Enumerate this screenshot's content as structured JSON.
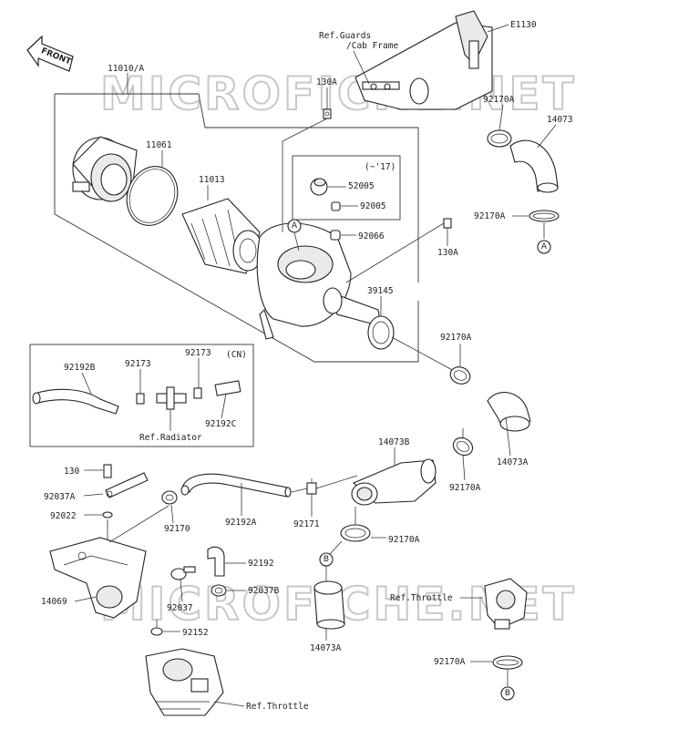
{
  "watermarks": [
    "MICROFICHE.NET",
    "MICROFICHE.NET"
  ],
  "front_label": "FRONT",
  "references": {
    "guards": "Ref.Guards",
    "cab_frame": "/Cab Frame",
    "radiator": "Ref.Radiator",
    "throttle_upper": "Ref.Throttle",
    "throttle_lower": "Ref.Throttle",
    "e1130": "E1130"
  },
  "part_numbers": {
    "p11010a": "11010/A",
    "p11061": "11061",
    "p11013": "11013",
    "p130a_top": "130A",
    "p130a_mid": "130A",
    "p92170a_1": "92170A",
    "p14073_1": "14073",
    "p92170a_2": "92170A",
    "sub17": "(~'17)",
    "p52005": "52005",
    "p92005": "92005",
    "p92066": "92066",
    "p39145": "39145",
    "p92170a_3": "92170A",
    "p14073a_1": "14073A",
    "p14073b": "14073B",
    "p92170a_4": "92170A",
    "p92170a_5": "92170A",
    "p14073a_2": "14073A",
    "p92170a_6": "92170A",
    "cn": "(CN)",
    "p92192b": "92192B",
    "p92173_1": "92173",
    "p92173_2": "92173",
    "p92192c": "92192C",
    "p130": "130",
    "p92037a": "92037A",
    "p92022": "92022",
    "p92170": "92170",
    "p92192a": "92192A",
    "p92171": "92171",
    "p92192": "92192",
    "p92037b": "92037B",
    "p92037": "92037",
    "p14069": "14069",
    "p92152": "92152"
  },
  "callouts": {
    "a_top": "A",
    "a_right": "A",
    "b_mid": "B",
    "b_right": "B"
  }
}
